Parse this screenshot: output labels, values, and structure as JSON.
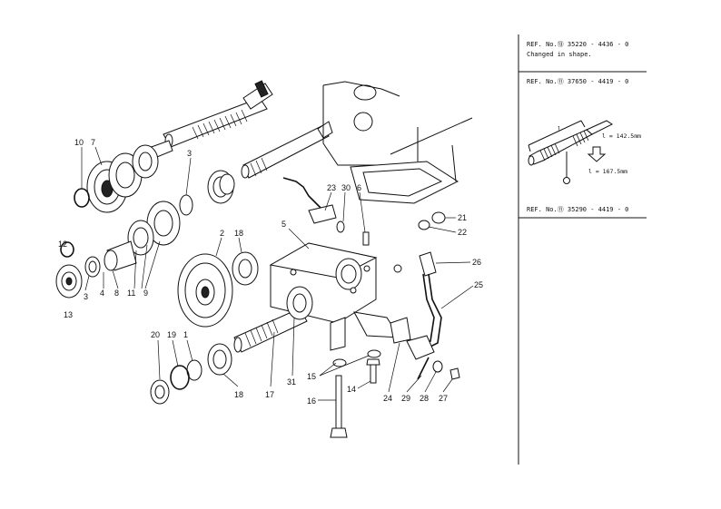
{
  "diagram": {
    "part_labels": [
      {
        "id": "p10",
        "text": "10"
      },
      {
        "id": "p7",
        "text": "7"
      },
      {
        "id": "p3a",
        "text": "3"
      },
      {
        "id": "p12",
        "text": "12"
      },
      {
        "id": "p3b",
        "text": "3"
      },
      {
        "id": "p4",
        "text": "4"
      },
      {
        "id": "p8",
        "text": "8"
      },
      {
        "id": "p11",
        "text": "11"
      },
      {
        "id": "p9",
        "text": "9"
      },
      {
        "id": "p13",
        "text": "13"
      },
      {
        "id": "p2",
        "text": "2"
      },
      {
        "id": "p18a",
        "text": "18"
      },
      {
        "id": "p5",
        "text": "5"
      },
      {
        "id": "p23",
        "text": "23"
      },
      {
        "id": "p30",
        "text": "30"
      },
      {
        "id": "p6",
        "text": "6"
      },
      {
        "id": "p21",
        "text": "21"
      },
      {
        "id": "p22",
        "text": "22"
      },
      {
        "id": "p26",
        "text": "26"
      },
      {
        "id": "p25",
        "text": "25"
      },
      {
        "id": "p20",
        "text": "20"
      },
      {
        "id": "p19",
        "text": "19"
      },
      {
        "id": "p1",
        "text": "1"
      },
      {
        "id": "p18b",
        "text": "18"
      },
      {
        "id": "p17",
        "text": "17"
      },
      {
        "id": "p31",
        "text": "31"
      },
      {
        "id": "p15",
        "text": "15"
      },
      {
        "id": "p16",
        "text": "16"
      },
      {
        "id": "p14",
        "text": "14"
      },
      {
        "id": "p24",
        "text": "24"
      },
      {
        "id": "p29",
        "text": "29"
      },
      {
        "id": "p28",
        "text": "28"
      },
      {
        "id": "p27",
        "text": "27"
      }
    ]
  },
  "notes": {
    "note1_ref": "REF. No.⑬ 35220 - 4436 - 0",
    "note1_text": "Changed in shape.",
    "note2_ref": "REF. No.⑪ 37650 - 4419 - 0",
    "inset_l": "l",
    "inset_l1": "l = 142.5mm",
    "inset_l2": "l = 167.5mm",
    "note3_ref": "REF. No.⑪ 35290 - 4419 - 0"
  }
}
